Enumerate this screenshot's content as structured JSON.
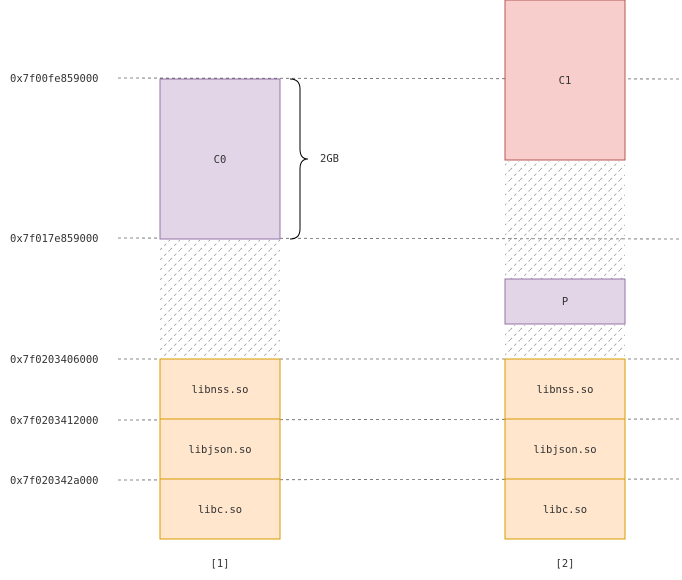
{
  "addresses": {
    "a0": "0x7f00fe859000",
    "a1": "0x7f017e859000",
    "a2": "0x7f0203406000",
    "a3": "0x7f0203412000",
    "a4": "0x7f020342a000"
  },
  "col1": {
    "caption": "[1]",
    "block_c0": "C0",
    "lib_nss": "libnss.so",
    "lib_json": "libjson.so",
    "lib_c": "libc.so"
  },
  "col2": {
    "caption": "[2]",
    "block_c1": "C1",
    "block_p": "P",
    "lib_nss": "libnss.so",
    "lib_json": "libjson.so",
    "lib_c": "libc.so"
  },
  "brace_label": "2GB",
  "colors": {
    "chunk_c0_fill": "#e1d5e7",
    "chunk_c0_stroke": "#9673a6",
    "chunk_c1_fill": "#f8cecc",
    "chunk_c1_stroke": "#b85450",
    "lib_fill": "#ffe6cc",
    "lib_stroke": "#d79b00",
    "hatch": "#999999"
  }
}
